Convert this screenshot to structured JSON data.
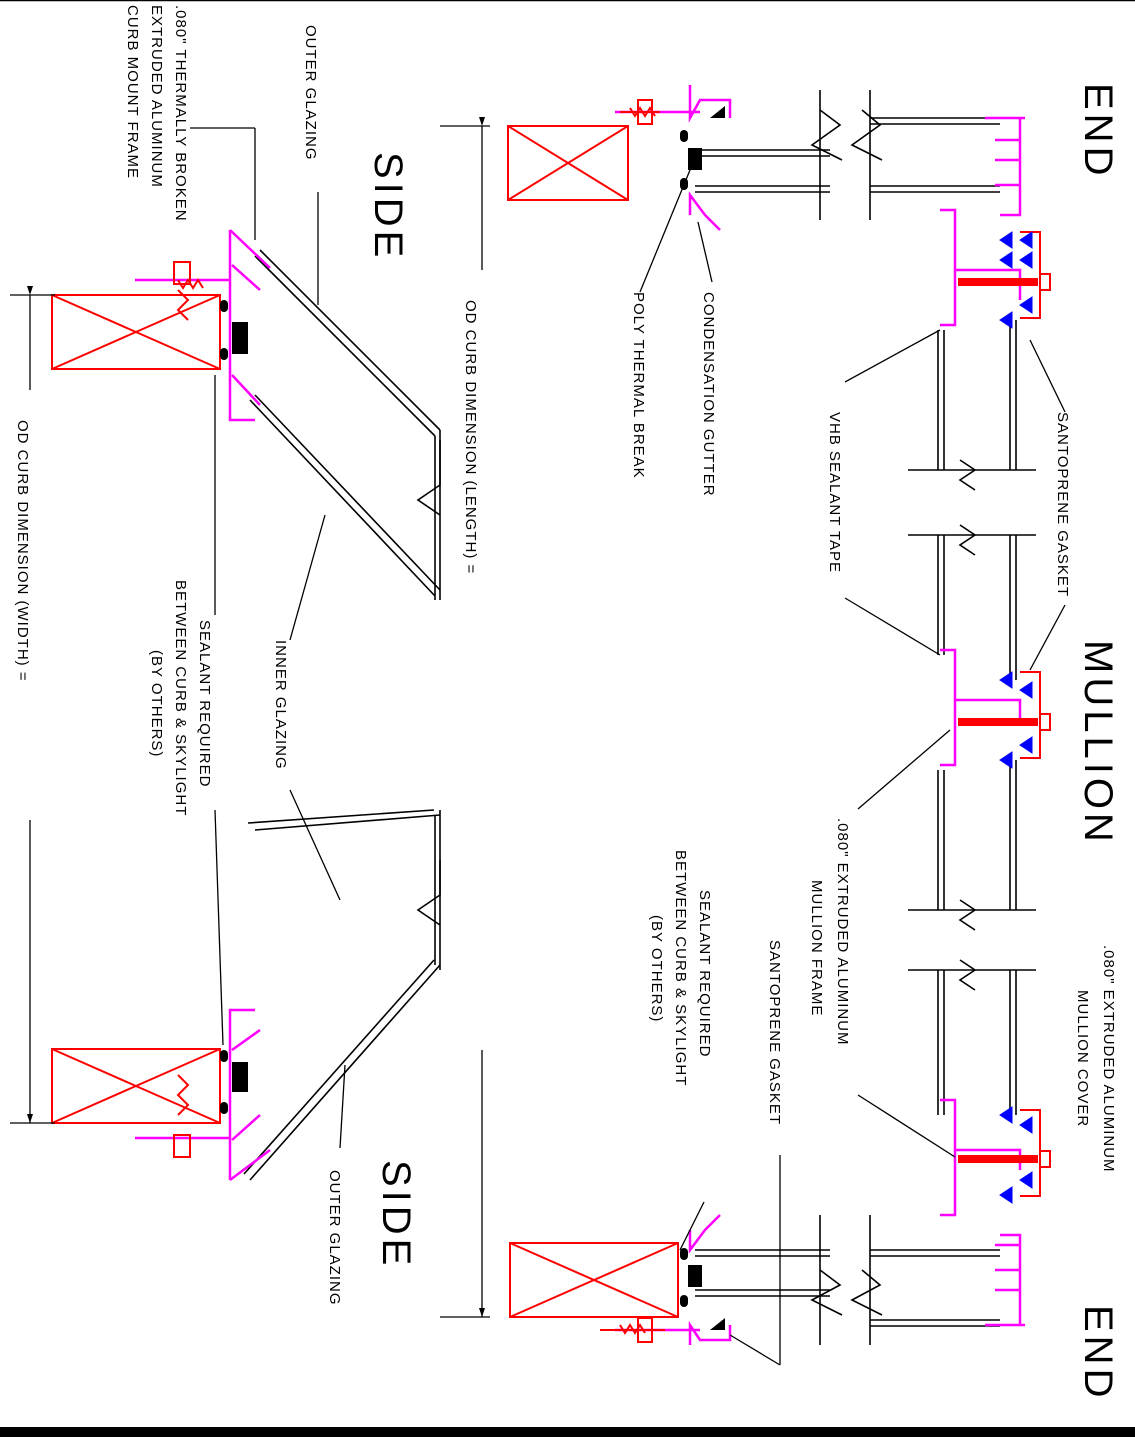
{
  "sections": {
    "end_top": "END",
    "mullion": "MULLION",
    "end_bottom": "END",
    "side_top": "SIDE",
    "side_bottom": "SIDE"
  },
  "labels": {
    "santoprene_gasket_top": "SANTOPRENE GASKET",
    "vhb_tape": "VHB SEALANT TAPE",
    "condensation_gutter": "CONDENSATION GUTTER",
    "poly_thermal_break": "POLY THERMAL BREAK",
    "mullion_frame_line1": ".080\" EXTRUDED ALUMINUM",
    "mullion_frame_line2": "MULLION FRAME",
    "mullion_cover_line1": ".080\" EXTRUDED ALUMINUM",
    "mullion_cover_line2": "MULLION COVER",
    "santoprene_gasket_bottom": "SANTOPRENE GASKET",
    "sealant_end_line1": "SEALANT REQUIRED",
    "sealant_end_line2": "BETWEEN CURB & SKYLIGHT",
    "sealant_end_line3": "(BY OTHERS)",
    "outer_glazing_top": "OUTER GLAZING",
    "curb_frame_line1": ".080\" THERMALLY BROKEN",
    "curb_frame_line2": "EXTRUDED ALUMINUM",
    "curb_frame_line3": "CURB MOUNT FRAME",
    "inner_glazing": "INNER GLAZING",
    "sealant_side_line1": "SEALANT REQUIRED",
    "sealant_side_line2": "BETWEEN CURB & SKYLIGHT",
    "sealant_side_line3": "(BY OTHERS)",
    "outer_glazing_bottom": "OUTER GLAZING",
    "od_length": "OD CURB DIMENSION (LENGTH) =",
    "od_width": "OD CURB DIMENSION (WIDTH) ="
  },
  "colors": {
    "frame": "#ff00ff",
    "curb": "#ff0000",
    "gasket": "#0000ff",
    "glazing": "#000000"
  }
}
